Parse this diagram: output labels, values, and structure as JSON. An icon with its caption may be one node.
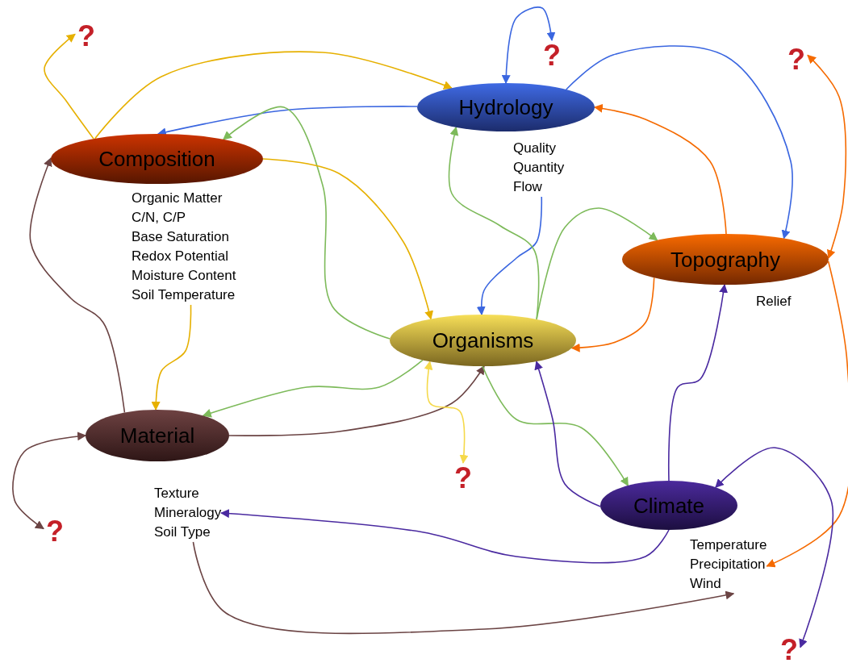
{
  "diagram": {
    "nodes": [
      {
        "text": [
          "Hydrology"
        ]
      },
      {
        "text": [
          "Composition"
        ]
      },
      {
        "text": [
          "Topography"
        ],
        "beside": [
          "Relief"
        ]
      },
      {
        "text": [
          "Organisms"
        ]
      },
      {
        "text": [
          "Material"
        ]
      },
      {
        "text": [
          "Climate"
        ]
      },
      {
        "text": [
          "Quality",
          "Quantity",
          "Flow"
        ]
      },
      {
        "text": [
          "Organic Matter",
          "C/N, C/P",
          "Base Saturation",
          "Redox Potential",
          "Moisture Content",
          "Soil Temperature"
        ]
      },
      {
        "text": [
          "Texture",
          "Mineralogy",
          "Soil Type"
        ]
      },
      {
        "text": [
          "Temperature",
          "Precipitation",
          "Wind"
        ]
      },
      {
        "text": [
          "?"
        ]
      },
      {
        "text": [
          "?"
        ]
      },
      {
        "text": [
          "?"
        ]
      },
      {
        "text": [
          "?"
        ]
      },
      {
        "text": [
          "?"
        ]
      },
      {
        "text": [
          "?"
        ]
      }
    ],
    "edges": [
      {
        "from": 1,
        "to": 10,
        "arrow": "to",
        "color": "#e6b000"
      },
      {
        "from": 1,
        "to": 0,
        "arrow": "to",
        "color": "#e6b000"
      },
      {
        "from": 0,
        "to": 1,
        "arrow": "to",
        "color": "#3a66e0"
      },
      {
        "from": 3,
        "to": 1,
        "arrow": "to"
      },
      {
        "from": 1,
        "to": 3,
        "arrow": "to",
        "color": "#e6b000"
      },
      {
        "from": 7,
        "to": 4,
        "arrow": "to",
        "color": "#e6b000"
      },
      {
        "from": 4,
        "to": 1,
        "arrow": "to",
        "color": "#6b4444"
      },
      {
        "from": 4,
        "to": 14,
        "arrow": "both",
        "color": "#6b4444"
      },
      {
        "from": 4,
        "to": 3,
        "arrow": "to",
        "color": "#6b4444"
      },
      {
        "from": 3,
        "to": 4,
        "arrow": "to"
      },
      {
        "from": 3,
        "to": 13,
        "arrow": "both",
        "color": "#f5d94a"
      },
      {
        "from": 0,
        "to": 11,
        "arrow": "both",
        "color": "#3a66e0"
      },
      {
        "from": 0,
        "to": 2,
        "arrow": "to",
        "color": "#3a66e0"
      },
      {
        "from": 2,
        "to": 0,
        "arrow": "to",
        "color": "#f56a00"
      },
      {
        "from": 2,
        "to": 12,
        "arrow": "both",
        "color": "#f56a00"
      },
      {
        "from": 2,
        "to": 9,
        "arrow": "to",
        "color": "#f56a00"
      },
      {
        "from": 2,
        "to": 3,
        "arrow": "to",
        "color": "#f56a00"
      },
      {
        "from": 6,
        "to": 3,
        "arrow": "to",
        "color": "#3a66e0"
      },
      {
        "from": 3,
        "to": 0,
        "arrow": "to"
      },
      {
        "from": 3,
        "to": 2,
        "arrow": "to"
      },
      {
        "from": 3,
        "to": 5,
        "arrow": "to"
      },
      {
        "from": 5,
        "to": 3,
        "arrow": "to",
        "color": "#4a2aa0"
      },
      {
        "from": 5,
        "to": 2,
        "arrow": "to",
        "color": "#4a2aa0"
      },
      {
        "from": 5,
        "to": 8,
        "arrow": "to",
        "color": "#4a2aa0"
      },
      {
        "from": 5,
        "to": 15,
        "arrow": "both",
        "color": "#4a2aa0"
      },
      {
        "from": 8,
        "to": 9,
        "arrow": "to",
        "color": "#6b4444"
      }
    ]
  }
}
